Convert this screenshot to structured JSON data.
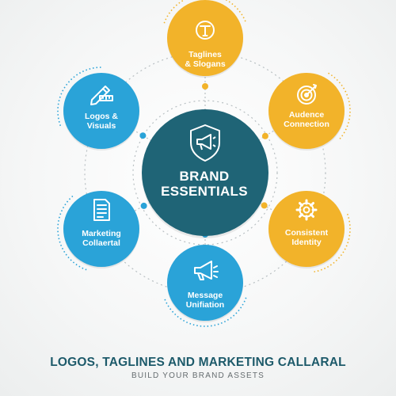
{
  "center": {
    "label": "BRAND\nESSENTIALS",
    "icon": "megaphone-shield-icon",
    "color": "#1f6476"
  },
  "nodes": [
    {
      "id": "taglines",
      "label": "Taglines\n& Slogans",
      "icon": "text-t-icon",
      "color": "#f2b32a"
    },
    {
      "id": "audience",
      "label": "Audence\nConnection",
      "icon": "target-icon",
      "color": "#f2b32a"
    },
    {
      "id": "identity",
      "label": "Consistent\nIdentity",
      "icon": "gear-icon",
      "color": "#f2b32a"
    },
    {
      "id": "message",
      "label": "Message\nUnifiation",
      "icon": "megaphone-icon",
      "color": "#2aa3d8"
    },
    {
      "id": "marketing",
      "label": "Marketing\nCollaertal",
      "icon": "document-icon",
      "color": "#2aa3d8"
    },
    {
      "id": "logos",
      "label": "Logos &\nVisuals",
      "icon": "pencil-ruler-icon",
      "color": "#2aa3d8"
    }
  ],
  "colors": {
    "accent_yellow": "#f2b32a",
    "accent_blue": "#2aa3d8",
    "center_teal": "#1f6476",
    "footer_title": "#1d5a6a",
    "connector": "#b9c0c3"
  },
  "footer": {
    "title": "LOGOS, TAGLINES AND MARKETING CALLARAL",
    "subtitle": "BUILD YOUR BRAND ASSETS"
  }
}
